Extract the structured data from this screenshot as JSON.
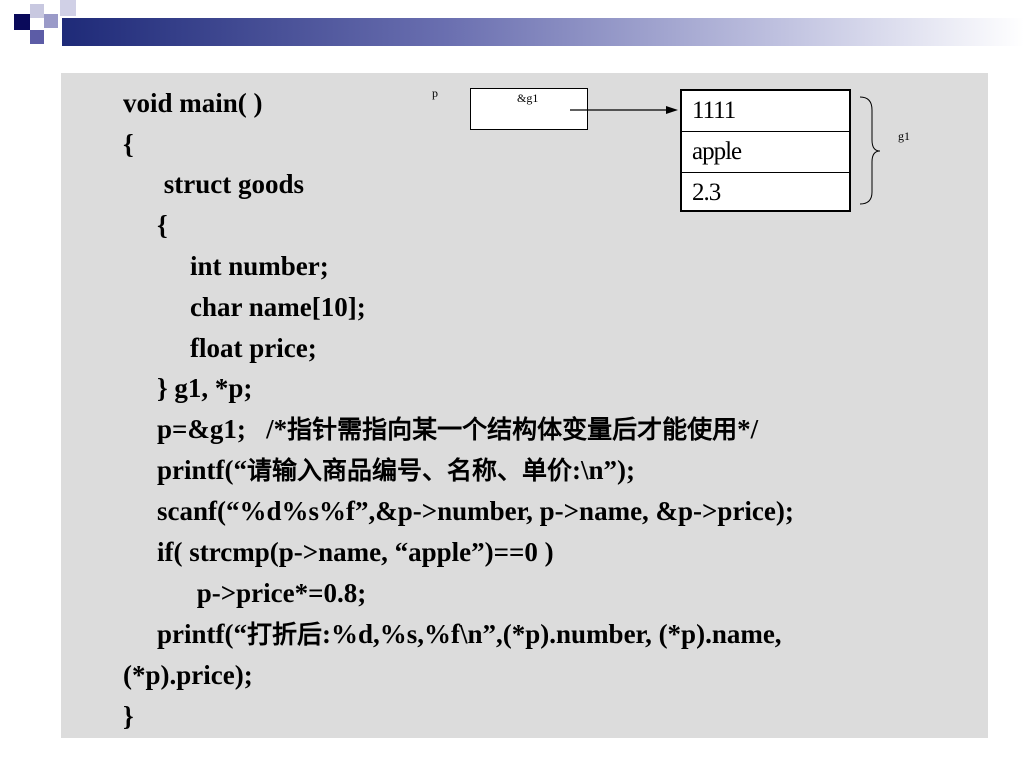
{
  "code": {
    "lines": [
      "void main( )",
      "{",
      " struct goods",
      "{",
      "int number;",
      "char name[10];",
      "float price;",
      "} g1, *p;",
      "p=&g1;   /*",
      "指针需指向某一个结构体变量后才能使用",
      "*/",
      "printf(“",
      "请输入商品编号、名称、单价",
      ":\\n”);",
      "scanf(“%d%s%f”,&p->number, p->name, &p->price);",
      "if( strcmp(p->name, “apple”)==0 )",
      " p->price*=0.8;",
      "printf(“",
      "打折后",
      ":%d,%s,%f\\n”,(*p).number, (*p).name,",
      "(*p).price);",
      "}"
    ]
  },
  "diagram": {
    "pointer_name": "p",
    "pointer_value": "&g1",
    "struct_name": "g1",
    "fields": [
      "1111",
      "apple",
      "2.3"
    ]
  },
  "colors": {
    "panel": "#dcdcdc",
    "header_dark": "#1e2a78"
  }
}
